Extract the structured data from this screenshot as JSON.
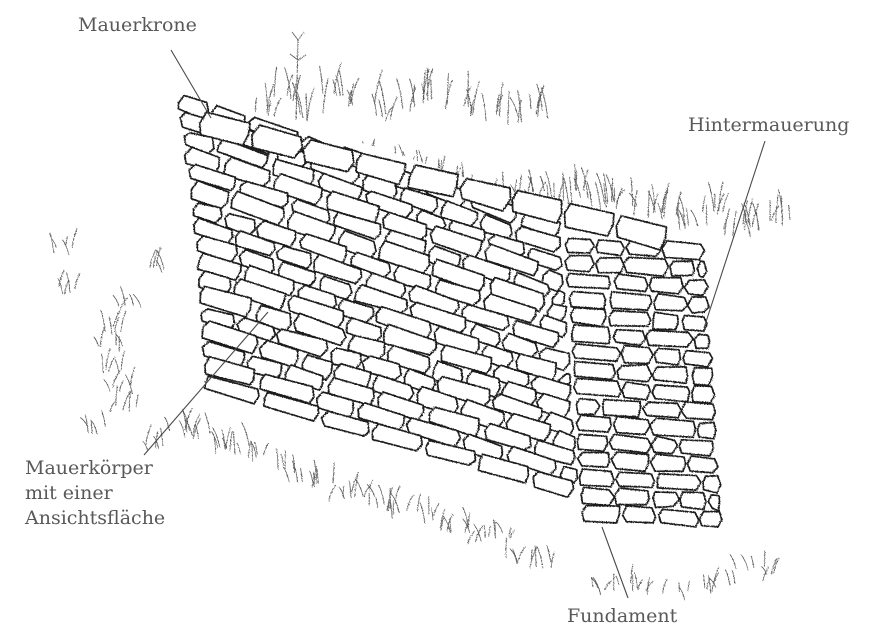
{
  "labels": {
    "crown": "Mauerkrone",
    "backing": "Hintermauerung",
    "body_line1": "Mauerkörper",
    "body_line2": "mit einer",
    "body_line3": "Ansichtsfläche",
    "foundation": "Fundament"
  }
}
